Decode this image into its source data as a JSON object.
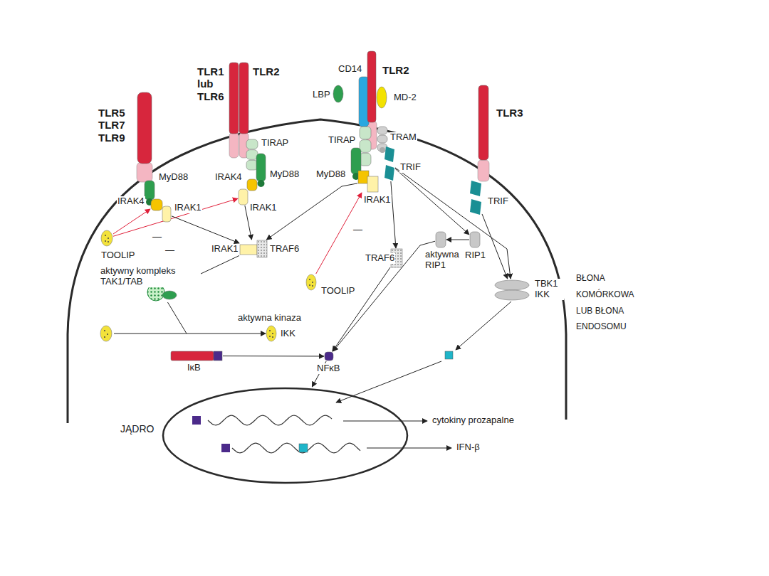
{
  "diagram": {
    "nodes": [
      {
        "text": [
          "TLR5 TLR7 TLR9"
        ]
      },
      {
        "text": [
          "TLR1 lub TLR6",
          "TLR2"
        ]
      },
      {
        "text": [
          "LBP"
        ]
      },
      {
        "text": [
          "CD14"
        ]
      },
      {
        "text": [
          "TLR2"
        ]
      },
      {
        "text": [
          "MD-2"
        ]
      },
      {
        "text": [
          "TLR3"
        ]
      },
      {
        "text": [
          "MyD88"
        ]
      },
      {
        "text": [
          "IRAK4"
        ]
      },
      {
        "text": [
          "IRAK1"
        ]
      },
      {
        "text": [
          "TIRAP"
        ]
      },
      {
        "text": [
          "MyD88"
        ]
      },
      {
        "text": [
          "IRAK4"
        ]
      },
      {
        "text": [
          "IRAK1"
        ]
      },
      {
        "text": [
          "TIRAP"
        ]
      },
      {
        "text": [
          "MyD88"
        ]
      },
      {
        "text": [
          "IRAK1"
        ]
      },
      {
        "text": [
          "TRAM"
        ]
      },
      {
        "text": [
          "TRIF"
        ]
      },
      {
        "text": [
          "TRIF"
        ]
      },
      {
        "text": [
          "TOOLIP"
        ]
      },
      {
        "text": [
          "IRAK1",
          "TRAF6"
        ]
      },
      {
        "text": [
          "aktywny kompleks TAK1/TAB"
        ]
      },
      {
        "text": [
          "TOOLIP"
        ]
      },
      {
        "text": [
          "TRAF6"
        ]
      },
      {
        "text": [
          "aktywna RIP1"
        ]
      },
      {
        "text": [
          "RIP1"
        ]
      },
      {
        "text": [
          "TBK1 IKK"
        ]
      },
      {
        "text": [
          "aktywna kinaza",
          "IKK"
        ]
      },
      {
        "text": [
          "IκB"
        ]
      },
      {
        "text": [
          "NFκB"
        ]
      },
      {
        "text": [
          "JĄDRO"
        ]
      }
    ],
    "edges": [
      {
        "from": 20,
        "to": 8,
        "arrow": "to"
      },
      {
        "from": 20,
        "to": 13,
        "arrow": "to"
      },
      {
        "from": 9,
        "to": 21,
        "arrow": "to"
      },
      {
        "from": 13,
        "to": 21,
        "arrow": "to"
      },
      {
        "from": 16,
        "to": 21,
        "arrow": "to"
      },
      {
        "from": 23,
        "to": 16,
        "arrow": "to"
      },
      {
        "from": 21,
        "to": 22,
        "arrow": "to"
      },
      {
        "from": 22,
        "to": 28,
        "arrow": "to"
      },
      {
        "from": 29,
        "to": 30,
        "arrow": "to"
      },
      {
        "from": 18,
        "to": 24,
        "arrow": "to"
      },
      {
        "from": 18,
        "to": 26,
        "arrow": "to"
      },
      {
        "from": 26,
        "to": 25,
        "arrow": "to"
      },
      {
        "from": 18,
        "to": 27,
        "arrow": "to"
      },
      {
        "from": 19,
        "to": 27,
        "arrow": "to"
      },
      {
        "from": 24,
        "to": 30,
        "arrow": "to"
      },
      {
        "from": 25,
        "to": 30,
        "arrow": "to"
      },
      {
        "from": 30,
        "to": 31,
        "arrow": "to"
      }
    ],
    "labels": [
      "—",
      "—",
      "—",
      "BŁONA KOMÓRKOWA LUB BŁONA ENDOSOMU",
      "cytokiny prozapalne",
      "IFN-β"
    ]
  }
}
